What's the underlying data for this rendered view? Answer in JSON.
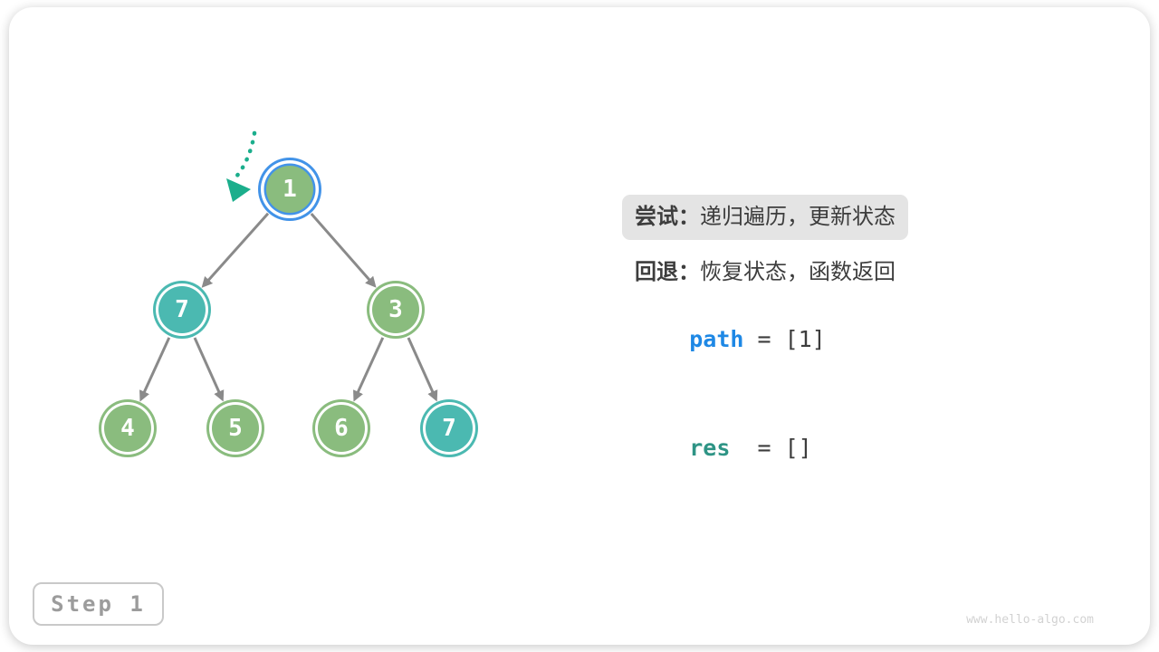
{
  "colors": {
    "node_green": "#8abc7e",
    "node_teal": "#4bb9b1",
    "ring_blue": "#4293e8",
    "edge_gray": "#8a8a8a",
    "pointer_teal": "#1bae8c",
    "code_blue": "#1e88e5",
    "code_teal": "#2e9485",
    "text_dark": "#3d3d3d",
    "highlight_bg": "#e4e4e4",
    "step_gray": "#9c9c9c",
    "step_border": "#c9c9c9",
    "watermark_gray": "#d2d2d2"
  },
  "legend": {
    "try_label": "尝试：",
    "try_text": "递归遍历，更新状态",
    "back_label": "回退：",
    "back_text": "恢复状态，函数返回"
  },
  "variables": {
    "path_name": "path",
    "path_rest": " = [1]",
    "res_name": "res",
    "res_rest": " = []"
  },
  "tree": {
    "nodes": [
      {
        "value": "1",
        "state": "current"
      },
      {
        "value": "7",
        "state": "target"
      },
      {
        "value": "3",
        "state": "default"
      },
      {
        "value": "4",
        "state": "default"
      },
      {
        "value": "5",
        "state": "default"
      },
      {
        "value": "6",
        "state": "default"
      },
      {
        "value": "7",
        "state": "target"
      }
    ],
    "edges": [
      {
        "from": 0,
        "to": 1
      },
      {
        "from": 0,
        "to": 2
      },
      {
        "from": 1,
        "to": 3
      },
      {
        "from": 1,
        "to": 4
      },
      {
        "from": 2,
        "to": 5
      },
      {
        "from": 2,
        "to": 6
      }
    ]
  },
  "step": {
    "label": "Step 1"
  },
  "footer": {
    "watermark": "www.hello-algo.com"
  }
}
